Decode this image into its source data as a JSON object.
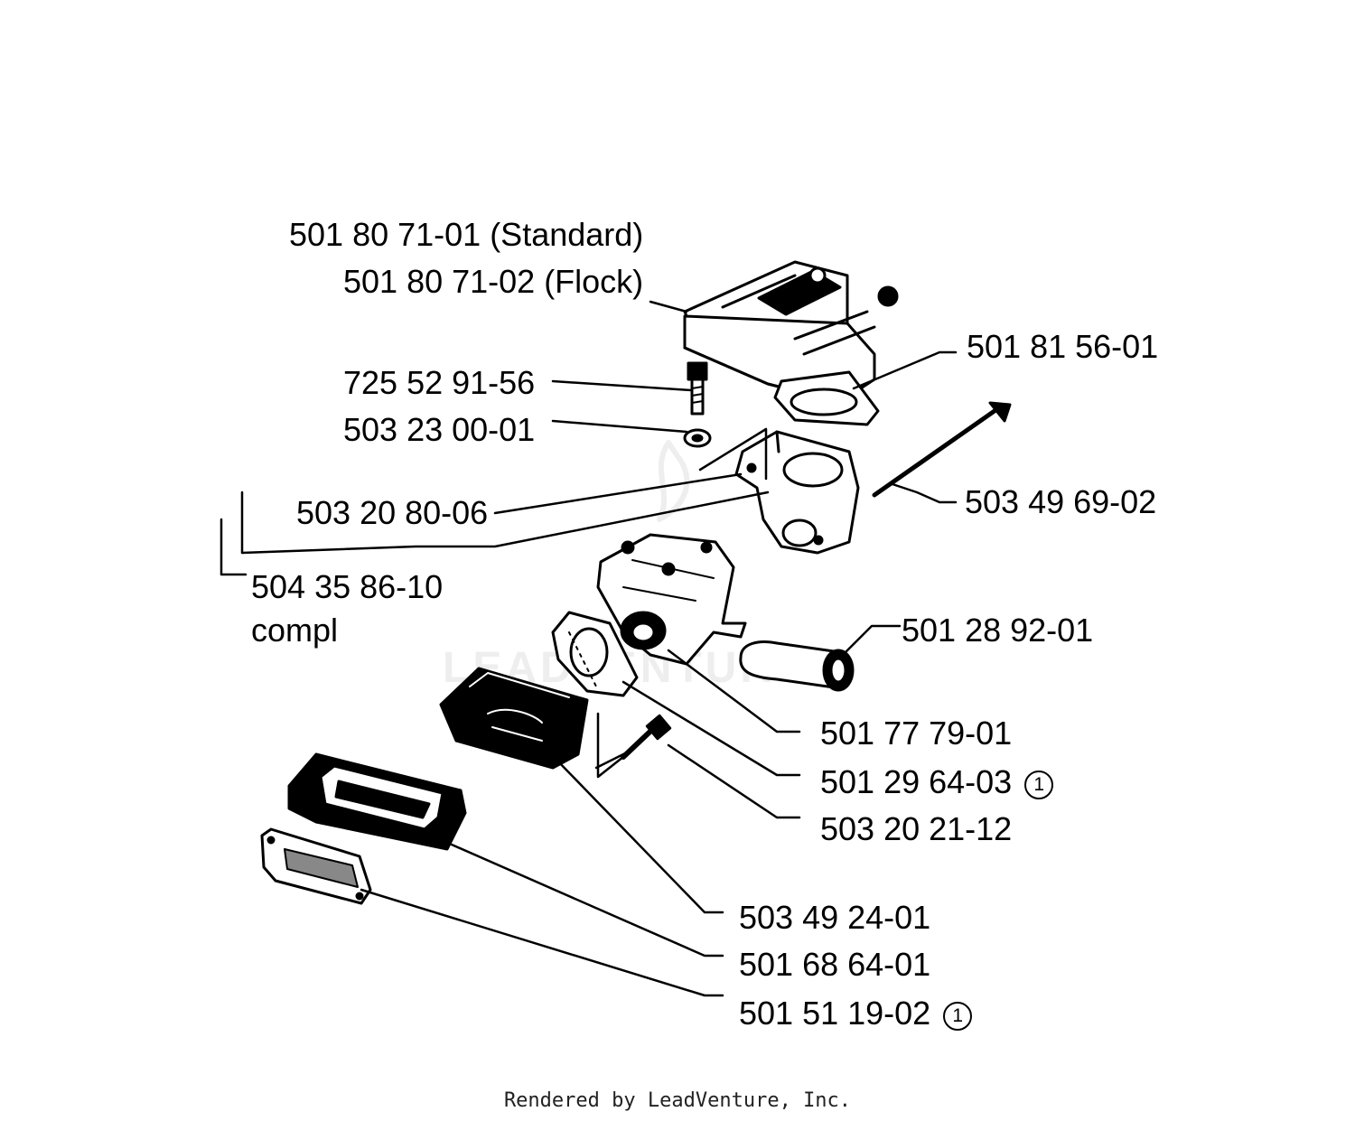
{
  "labels": {
    "cover_standard": "501 80 71-01 (Standard)",
    "cover_flock": "501 80 71-02 (Flock)",
    "gasket_top": "501 81 56-01",
    "screw_top": "725 52 91-56",
    "washer": "503 23 00-01",
    "intake_part": "503 20 80-06",
    "intake_compl_number": "504 35 86-10",
    "intake_compl_word": "compl",
    "long_bolt": "503 49 69-02",
    "fuel_line": "501 28 92-01",
    "carburetor": "501 77 79-01",
    "carb_gasket": "501 29 64-03",
    "screw_bottom": "503 20 21-12",
    "air_filter": "503 49 24-01",
    "filter_frame": "501 68 64-01",
    "bottom_gasket": "501 51 19-02",
    "note_mark": "1"
  },
  "watermark": "LEADVENTURE",
  "footer": "Rendered by LeadVenture, Inc."
}
